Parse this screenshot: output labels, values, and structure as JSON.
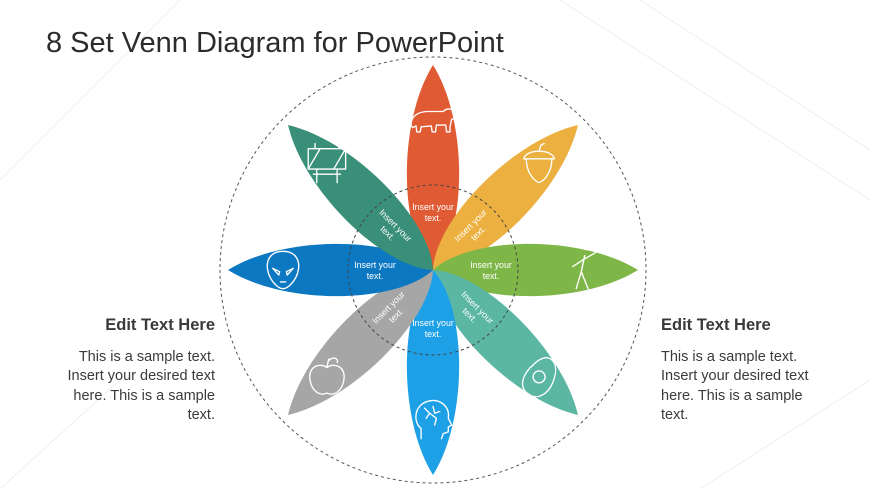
{
  "title": "8 Set Venn Diagram for PowerPoint",
  "left_block": {
    "heading": "Edit Text Here",
    "body": [
      "This is a sample text.",
      "Insert your desired text",
      "here. This is a sample",
      "text."
    ]
  },
  "right_block": {
    "heading": "Edit Text Here",
    "body": [
      "This is a sample text.",
      "Insert your desired text",
      "here. This is a sample",
      "text."
    ]
  },
  "petals": [
    {
      "color": "#E05A33",
      "icon": "bear-icon",
      "text": [
        "Insert your",
        "text."
      ]
    },
    {
      "color": "#ECB040",
      "icon": "acorn-icon",
      "text": [
        "Insert your",
        "text."
      ]
    },
    {
      "color": "#7FB648",
      "icon": "baseball-player-icon",
      "text": [
        "Insert your",
        "text."
      ]
    },
    {
      "color": "#5BB7A3",
      "icon": "avocado-icon",
      "text": [
        "Insert your",
        "text."
      ]
    },
    {
      "color": "#1EA0E6",
      "icon": "brain-head-icon",
      "text": [
        "Insert your",
        "text."
      ]
    },
    {
      "color": "#A6A6A6",
      "icon": "apple-icon",
      "text": [
        "Insert your",
        "text."
      ]
    },
    {
      "color": "#0D78C2",
      "icon": "alien-icon",
      "text": [
        "Insert your",
        "text."
      ]
    },
    {
      "color": "#3A8F78",
      "icon": "billboard-icon",
      "text": [
        "Insert your",
        "text."
      ]
    }
  ]
}
